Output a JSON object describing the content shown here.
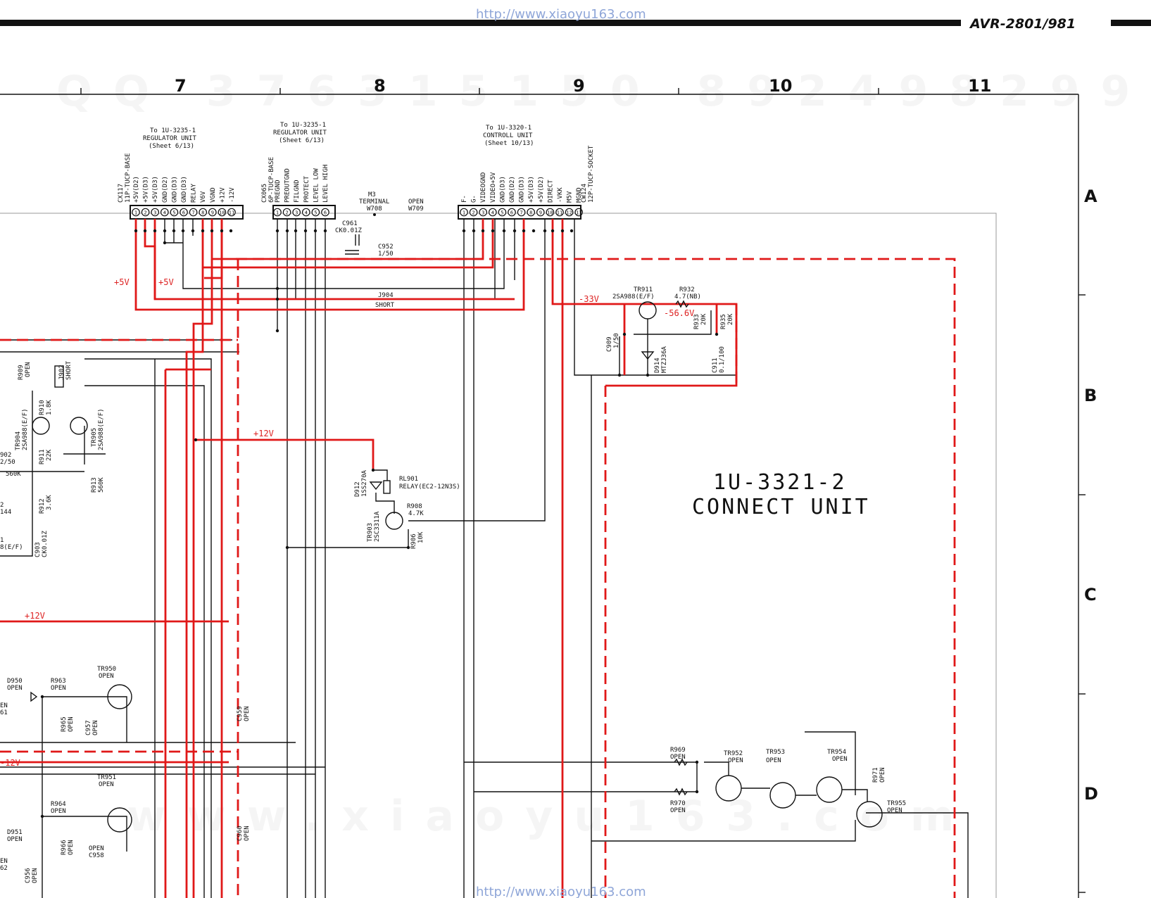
{
  "header": {
    "url_top": "http://www.xiaoyu163.com",
    "url_bottom": "http://www.xiaoyu163.com",
    "model": "AVR-2801/981"
  },
  "watermarks": {
    "line1": "QQ 376315150 892498299",
    "line2": "www.xiaoyu163.com"
  },
  "grid": {
    "columns": [
      "7",
      "8",
      "9",
      "10",
      "11"
    ],
    "rows": [
      "A",
      "B",
      "C",
      "D"
    ]
  },
  "board": {
    "name": "1U-3321-2",
    "subtitle": "CONNECT UNIT"
  },
  "connectors": {
    "cx117": {
      "dest": [
        "To 1U-3235-1",
        "REGULATOR UNIT",
        "(Sheet 6/13)"
      ],
      "ref": "CX117",
      "type": "11P-TUCP-BASE",
      "pins": [
        "+5V(D2)",
        "+5V(D3)",
        "+5V(D3)",
        "GND(D2)",
        "GND(D3)",
        "GND(D3)",
        "RELAY",
        "V6V",
        "VGND",
        "+12V",
        "-12V"
      ]
    },
    "cx065": {
      "dest": [
        "To 1U-3235-1",
        "REGULATOR UNIT",
        "(Sheet 6/13)"
      ],
      "ref": "CX065",
      "type": "6P-TUCP-BASE",
      "pins": [
        "PREGND",
        "PREOUTGND",
        "FILGND",
        "PROTECT",
        "LEVEL LOW",
        "LEVEL HIGH"
      ]
    },
    "cw124": {
      "dest": [
        "To 1U-3320-1",
        "CONTROLL UNIT",
        "(Sheet 10/13)"
      ],
      "ref": "CW124",
      "type": "12P-TUCP-SOCKET",
      "pins": [
        "F-",
        "G-",
        "VIDEOGND",
        "VIDEO+5V",
        "GND(D3)",
        "GND(D2)",
        "GND(D3)",
        "+5V(D3)",
        "+5V(D2)",
        "DIRECT",
        "-VKK",
        "M5V",
        "MGND"
      ]
    }
  },
  "labels": {
    "m3": "M3",
    "terminal": "TERMINAL",
    "w708": "W708",
    "open_w709": [
      "OPEN",
      "W709"
    ],
    "c961": [
      "C961",
      "CK0.01Z"
    ],
    "c952": [
      "C952",
      "1/50"
    ],
    "j904": [
      "J904",
      "SHORT"
    ],
    "tr911": [
      "TR911",
      "2SA988(E/F)"
    ],
    "r932": [
      "R932",
      "4.7(NB)"
    ],
    "r933": [
      "R933",
      "20K"
    ],
    "r935": [
      "R935",
      "20K"
    ],
    "c909": [
      "C909",
      "1/50"
    ],
    "d914": [
      "D914",
      "MTZJ36A"
    ],
    "c911": [
      "C911",
      "0.1/100"
    ],
    "d912": [
      "D912",
      "1SS270A"
    ],
    "rl901": [
      "RL901",
      "RELAY(EC2-12N3S)"
    ],
    "r908": [
      "R908",
      "4.7K"
    ],
    "tr903": [
      "TR903",
      "2SC3311A"
    ],
    "r906": [
      "R906",
      "10K"
    ],
    "r909": [
      "R909",
      "OPEN"
    ],
    "j902": [
      "J902",
      "SHORT"
    ],
    "tr904": [
      "TR904",
      "2SA988(E/F)"
    ],
    "r910": [
      "R910",
      "1.8K"
    ],
    "tr905": [
      "TR905",
      "2SA988(E/F)"
    ],
    "r911": [
      "R911",
      "22K"
    ],
    "r913": [
      "R913",
      "560K"
    ],
    "r912": [
      "R912",
      "3.6K"
    ],
    "c903": [
      "C903",
      "CK0.01Z"
    ],
    "c902_frag": [
      "902",
      "2/50"
    ],
    "r560k": "560K",
    "frag_144": [
      "2",
      "144"
    ],
    "frag_8ef": [
      "1",
      "8(E/F)"
    ],
    "d950": [
      "D950",
      "OPEN"
    ],
    "r963": [
      "R963",
      "OPEN"
    ],
    "tr950": [
      "TR950",
      "OPEN"
    ],
    "r965": [
      "R965",
      "OPEN"
    ],
    "c957": [
      "C957",
      "OPEN"
    ],
    "frag_en61": [
      "EN",
      "61"
    ],
    "c959": [
      "C959",
      "OPEN"
    ],
    "tr951": [
      "TR951",
      "OPEN"
    ],
    "r964": [
      "R964",
      "OPEN"
    ],
    "d951": [
      "D951",
      "OPEN"
    ],
    "r966": [
      "R966",
      "OPEN"
    ],
    "c958": [
      "OPEN",
      "C958"
    ],
    "c956": [
      "C956",
      "OPEN"
    ],
    "frag_en62": [
      "EN",
      "62"
    ],
    "c960": [
      "C960",
      "OPEN"
    ],
    "r969": [
      "R969",
      "OPEN"
    ],
    "r970": [
      "R970",
      "OPEN"
    ],
    "tr952": [
      "TR952",
      "OPEN"
    ],
    "tr953": [
      "TR953",
      "OPEN"
    ],
    "tr954": [
      "TR954",
      "OPEN"
    ],
    "r971": [
      "R971",
      "OPEN"
    ],
    "tr955": [
      "TR955",
      "OPEN"
    ]
  },
  "voltages": {
    "v5a": "+5V",
    "v5b": "+5V",
    "v12a": "+12V",
    "v12b": "+12V",
    "vm12": "-12V",
    "vm33": "-33V",
    "vm566": "-56.6V"
  },
  "colors": {
    "power_trace": "#e01818",
    "signal_trace": "#111111",
    "url_text": "#8fa6d8"
  }
}
